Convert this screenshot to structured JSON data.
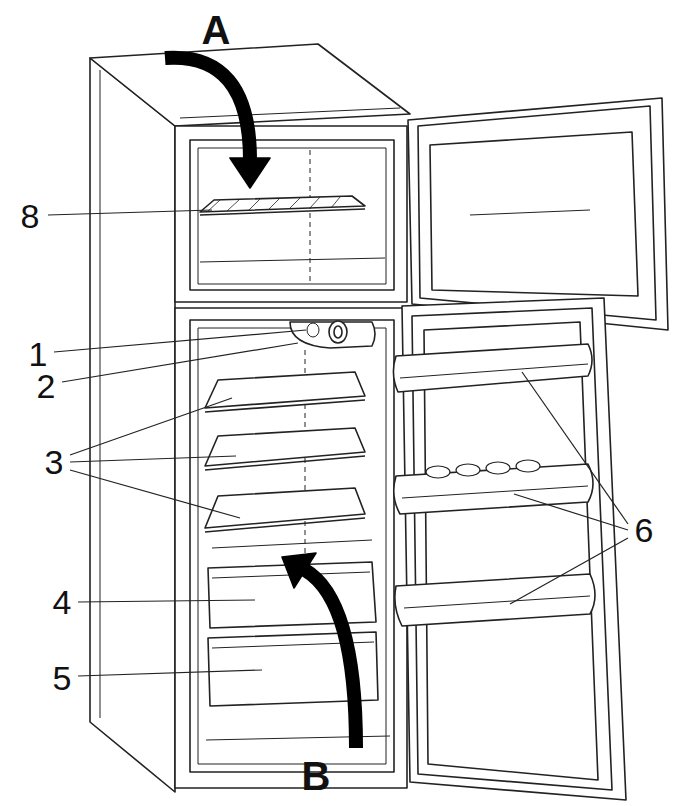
{
  "diagram": {
    "labels": [
      "A",
      "8",
      "1",
      "2",
      "3",
      "4",
      "5",
      "6",
      "B"
    ]
  }
}
